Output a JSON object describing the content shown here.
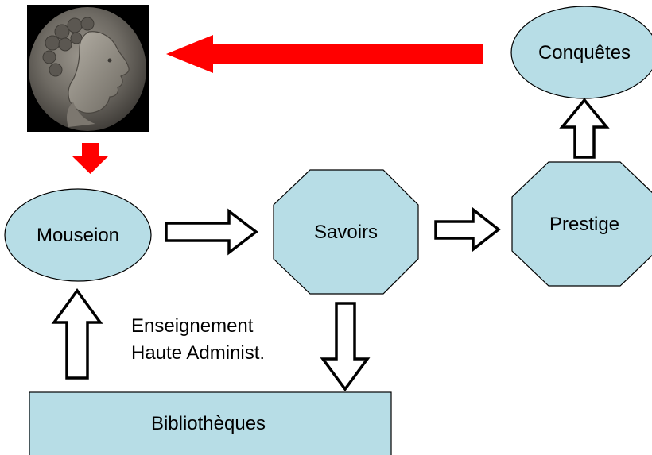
{
  "nodes": {
    "conquetes": "Conquêtes",
    "mouseion": "Mouseion",
    "savoirs": "Savoirs",
    "prestige": "Prestige",
    "bibliotheques": "Bibliothèques"
  },
  "note": {
    "line1": "Enseignement",
    "line2": "Haute Administ."
  },
  "colors": {
    "shape_fill": "#b7dde6",
    "red_arrow": "#ff0000",
    "outline": "#000000",
    "portrait_bg": "#000000"
  },
  "icons": {
    "portrait": "ptolemy-coin-portrait-icon"
  }
}
